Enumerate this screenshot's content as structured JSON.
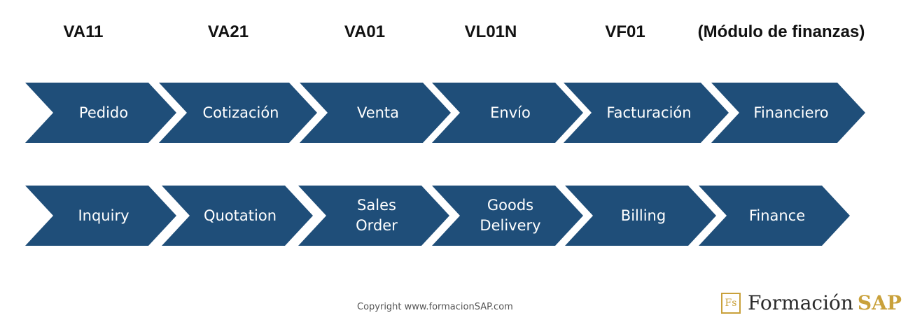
{
  "colors": {
    "chevron_fill": "#1f4e79",
    "label_text": "#ffffff",
    "brand_gold": "#c9a13b"
  },
  "codes": [
    "VA11",
    "VA21",
    "VA01",
    "VL01N",
    "VF01",
    "(Módulo de finanzas)"
  ],
  "spanish_steps": [
    "Pedido",
    "Cotización",
    "Venta",
    "Envío",
    "Facturación",
    "Financiero"
  ],
  "english_steps": [
    "Inquiry",
    "Quotation",
    "Sales\nOrder",
    "Goods\nDelivery",
    "Billing",
    "Finance"
  ],
  "footer": {
    "copyright": "Copyright www.formacionSAP.com"
  },
  "brand": {
    "box": "Fs",
    "word": "Formación",
    "accent": "SAP"
  }
}
